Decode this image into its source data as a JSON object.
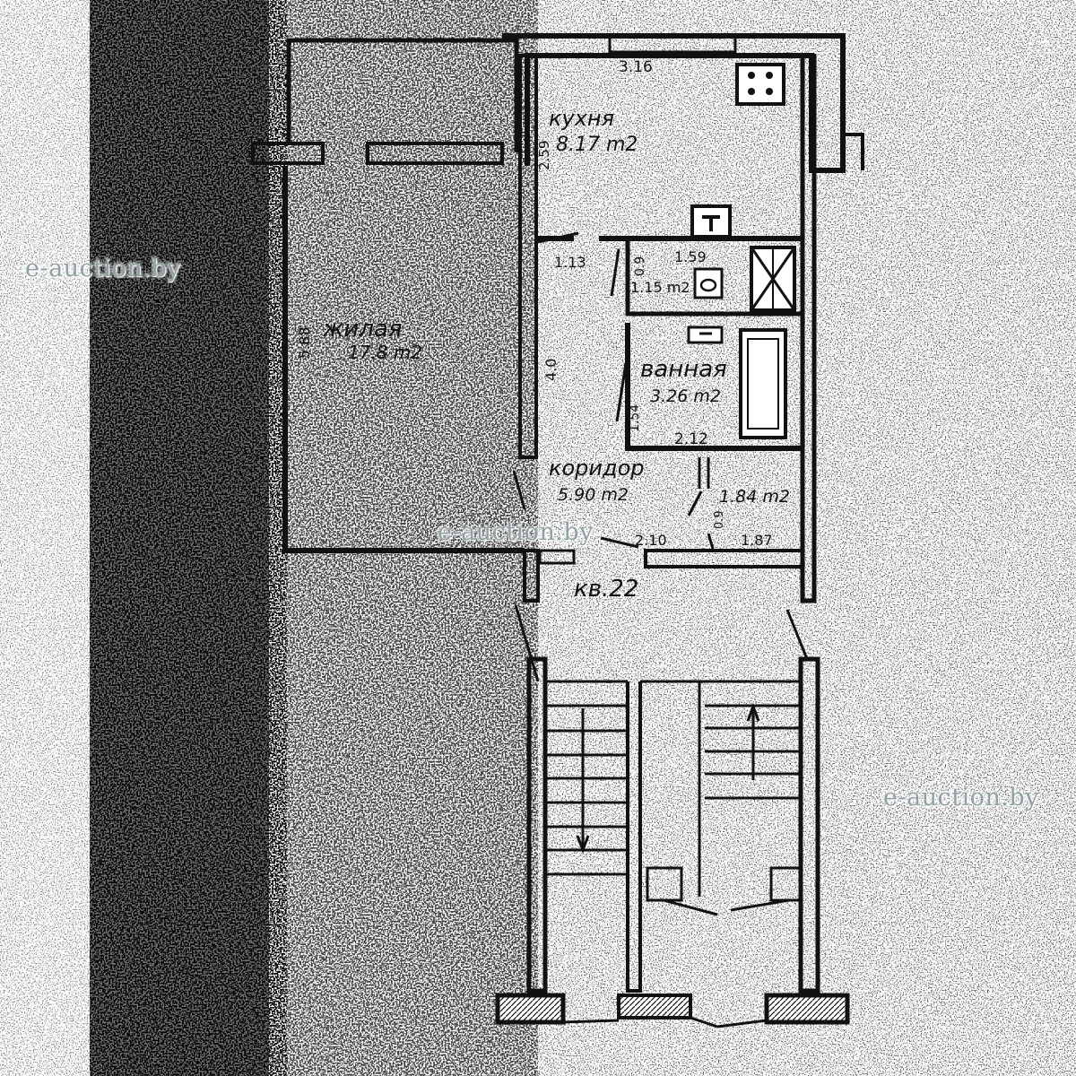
{
  "rooms": {
    "kitchen": {
      "name": "кухня",
      "area": "8.17 m2"
    },
    "living": {
      "name": "жилая",
      "area": "17.8 m2"
    },
    "wc": {
      "area": "1.15 m2"
    },
    "bath": {
      "name": "ванная",
      "area": "3.26 m2"
    },
    "corridor": {
      "name": "коридор",
      "area": "5.90 m2"
    },
    "closet": {
      "area": "1.84 m2"
    }
  },
  "dimensions": {
    "kitchen_width": "3.16",
    "kitchen_depth": "2.59",
    "living_length": "5.88",
    "wc_left": "1.13",
    "wc_width": "1.59",
    "wc_depth": "0.9",
    "corridor_length": "4.0",
    "bath_depth": "1.54",
    "bath_width": "2.12",
    "corridor_bottom": "2.10",
    "closet_width": "1.87",
    "closet_depth": "0.9"
  },
  "apartment_label": "кв.22",
  "watermark": "e-auction.by",
  "colors": {
    "ink": "#111111",
    "paper": "#ffffff",
    "watermark": "#8fa0a4"
  }
}
